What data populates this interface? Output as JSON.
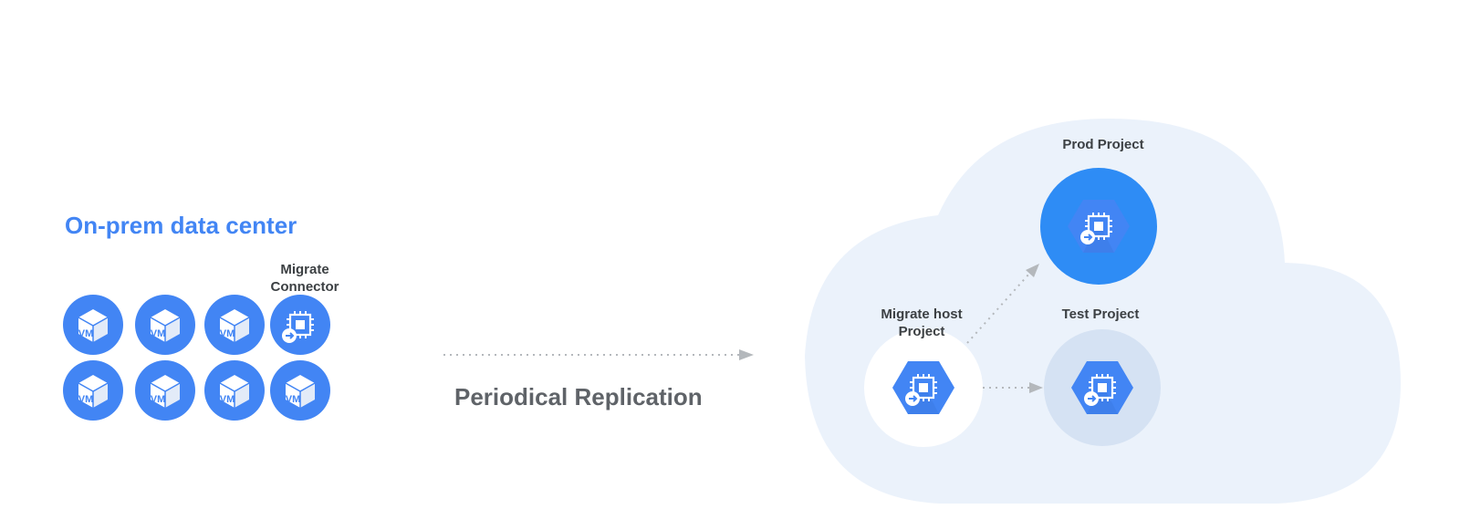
{
  "onprem": {
    "title": "On-prem data center",
    "vm_label": "VM",
    "connector_label_line1": "Migrate",
    "connector_label_line2": "Connector"
  },
  "replication": {
    "label": "Periodical Replication"
  },
  "cloud": {
    "host_label_line1": "Migrate host",
    "host_label_line2": "Project",
    "prod_label": "Prod Project",
    "test_label": "Test Project"
  },
  "colors": {
    "brand_blue": "#4285f4",
    "prod_blue": "#2e8cf5",
    "cloud_fill": "#ebf2fb",
    "test_circle": "#d5e2f3",
    "text_dark": "#3c4043",
    "text_gray": "#5f6368",
    "arrow_gray": "#b4b8bc"
  }
}
